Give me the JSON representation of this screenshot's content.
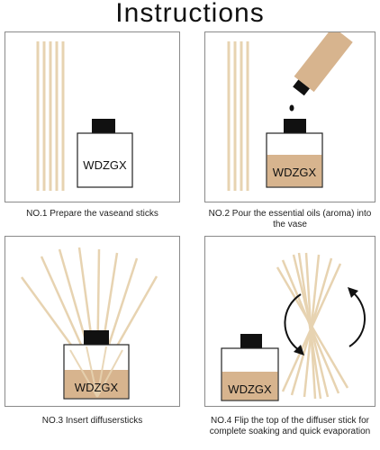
{
  "title": "Instructions",
  "bottle_label": "WDZGX",
  "colors": {
    "stick": "#e7d3b1",
    "oil": "#d7b48e",
    "cap": "#111111",
    "frame": "#8a8a8a"
  },
  "steps": [
    {
      "number": "NO.1",
      "text": "Prepare the vaseand sticks"
    },
    {
      "number": "NO.2",
      "text": "Pour the essential oils (aroma) into the vase"
    },
    {
      "number": "NO.3",
      "text": "Insert diffusersticks"
    },
    {
      "number": "NO.4",
      "text": "Flip the top of the diffuser stick for complete soaking and quick evaporation"
    }
  ],
  "icons": [
    "reed-sticks-icon",
    "oil-bottle-icon",
    "rotate-arrows-icon"
  ]
}
